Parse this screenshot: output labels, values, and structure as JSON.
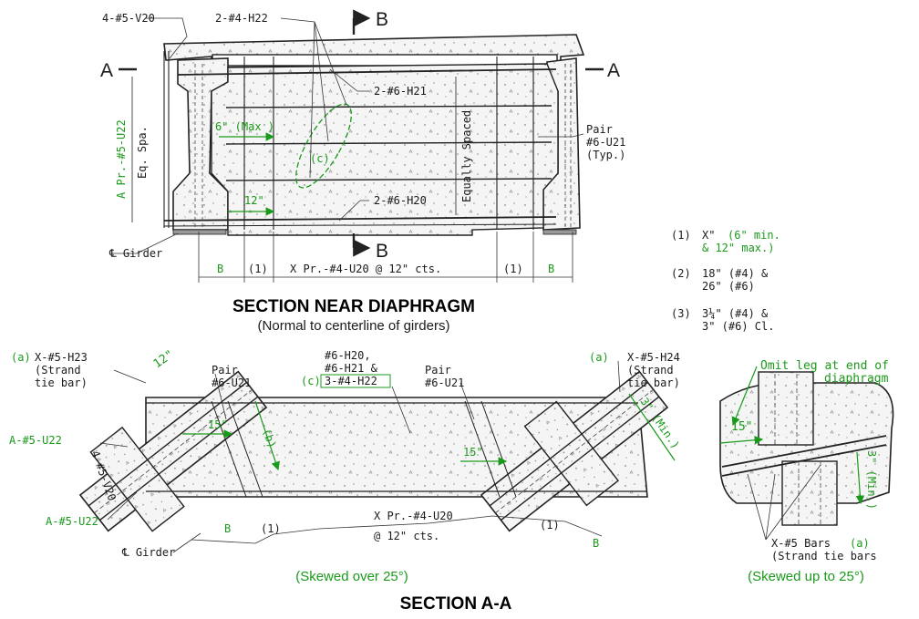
{
  "colors": {
    "ink": "#1a1a1a",
    "accent": "#1a9a1a",
    "paper": "#ffffff",
    "concrete": "#f4f4f4"
  },
  "top": {
    "title": "SECTION NEAR DIAPHRAGM",
    "subtitle": "(Normal to centerline of girders)",
    "labels": {
      "v20": "4-#5-V20",
      "h22": "2-#4-H22",
      "b_top": "B",
      "b_bottom": "B",
      "a_left": "A",
      "a_right": "A",
      "h21": "2-#6-H21",
      "h20": "2-#6-H20",
      "pair_l1": "Pair",
      "pair_l2": "#6-U21",
      "pair_l3": "(Typ.)",
      "six_max": "6\" (Max )",
      "twelve": "12\"",
      "c": "(c)",
      "a_pr": "A Pr.-#5-U22",
      "eq_spa": "Eq. Spa.",
      "equally_spaced": "Equally Spaced",
      "girder": "℄ Girder",
      "dim_b_left": "B",
      "dim_1_left": "(1)",
      "dim_mid": "X Pr.-#4-U20 @ 12\" cts.",
      "dim_1_right": "(1)",
      "dim_b_right": "B"
    }
  },
  "notes": {
    "n1_label": "(1)",
    "n1_a": "X\"",
    "n1_b": "(6\" min.",
    "n1_c": "& 12\" max.)",
    "n2_label": "(2)",
    "n2_a": "18\" (#4) &",
    "n2_b": "26\" (#6)",
    "n3_label": "(3)",
    "n3_a": "3¼\" (#4) &",
    "n3_b": "3\" (#6) Cl."
  },
  "section_aa": {
    "title": "SECTION A-A",
    "skew_caption": "(Skewed over 25°)",
    "labels": {
      "h23_a": "(a)",
      "h23_b": "X-#5-H23",
      "h23_c": "(Strand",
      "h23_d": "tie bar)",
      "twelve": "12\"",
      "pair_left_1": "Pair",
      "pair_left_2": "#6-U21",
      "bars_1": "#6-H20,",
      "bars_2": "#6-H21 &",
      "bars_c": "(c)",
      "bars_3": "3-#4-H22",
      "pair_right_1": "Pair",
      "pair_right_2": "#6-U21",
      "h24_a": "(a)",
      "h24_b": "X-#5-H24",
      "h24_c": "(Strand",
      "h24_d": "tie bar)",
      "three_min": "3\" (Min.)",
      "fifteen_left": "15\"",
      "b_dim": "(b)",
      "fifteen_right": "15\"",
      "u22_top": "A-#5-U22",
      "v20": "4-#5-V20",
      "u22_bottom": "A-#5-U22",
      "b_left": "B",
      "one_left": "(1)",
      "mid_dim_1": "X Pr.-#4-U20",
      "mid_dim_2": "@ 12\" cts.",
      "one_right": "(1)",
      "b_right": "B",
      "girder": "℄ Girder"
    }
  },
  "small": {
    "skew_caption": "(Skewed up to 25°)",
    "labels": {
      "omit_1": "Omit leg at end of",
      "omit_2": "diaphragm",
      "fifteen": "15\"",
      "three_min": "3\" (Min.)",
      "bars_1": "X-#5 Bars",
      "bars_a": "(a)",
      "bars_2": "(Strand tie bars"
    }
  }
}
